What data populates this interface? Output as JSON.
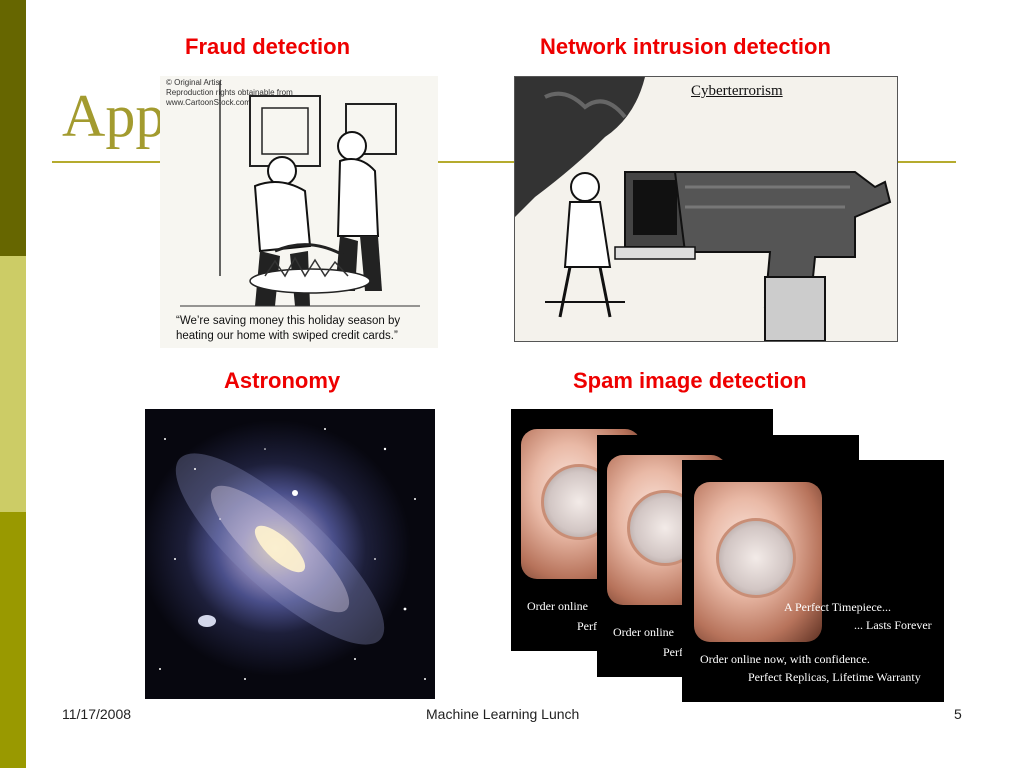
{
  "slide": {
    "title": "App",
    "date": "11/17/2008",
    "footer": "Machine Learning Lunch",
    "page": "5"
  },
  "captions": {
    "fraud": "Fraud detection",
    "network": "Network intrusion detection",
    "astronomy": "Astronomy",
    "spam": "Spam image detection"
  },
  "fraud_cartoon": {
    "credit": "© Original Artist\nReproduction rights obtainable from\nwww.CartoonStock.com",
    "quote": "“We’re saving money this holiday season by heating our home with swiped credit cards.”"
  },
  "network_cartoon": {
    "label": "Cyberterrorism"
  },
  "spam_image": {
    "line_a": "A Perfect Timepiece...",
    "line_b": "... Lasts Forever",
    "line_c": "Order online now, with confidence.",
    "line_d": "Perfect Replicas, Lifetime Warranty",
    "back1_a": "Order online",
    "back1_b": "Perf",
    "back2_a": "Order online",
    "back2_b": "Perf"
  },
  "colors": {
    "sidebar_dark": "#666600",
    "sidebar_light": "#cccc66",
    "sidebar_mid": "#999900",
    "title": "#a39b2f",
    "caption": "#ee0000"
  }
}
